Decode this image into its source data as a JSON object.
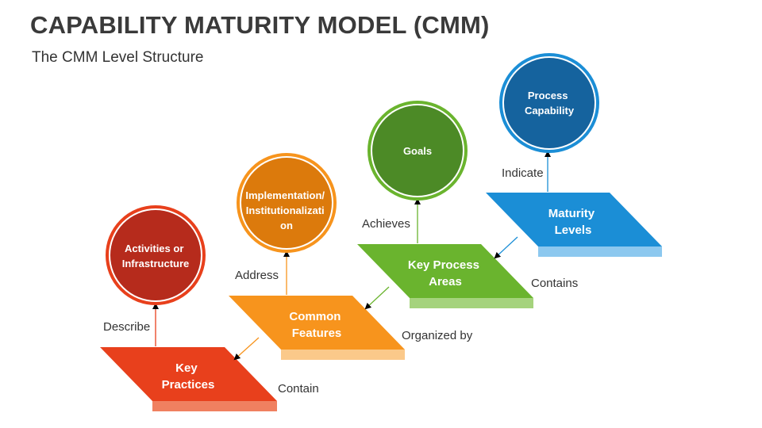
{
  "header": {
    "title": "CAPABILITY MATURITY MODEL (CMM)",
    "subtitle": "The CMM Level Structure"
  },
  "colors": {
    "red": "#e8401c",
    "orange": "#f7941d",
    "green": "#6ab42e",
    "blue": "#1b8ed6"
  },
  "levels": [
    {
      "plate": [
        "Key",
        "Practices"
      ],
      "circle": [
        "Activities or",
        "Infrastructure"
      ],
      "up_label": "Describe",
      "side_label": "Contain"
    },
    {
      "plate": [
        "Common",
        "Features"
      ],
      "circle": [
        "Implementation/",
        "Institutionalizati",
        "on"
      ],
      "up_label": "Address",
      "side_label": "Organized by"
    },
    {
      "plate": [
        "Key Process",
        "Areas"
      ],
      "circle": [
        "Goals"
      ],
      "up_label": "Achieves",
      "side_label": "Contains"
    },
    {
      "plate": [
        "Maturity",
        "Levels"
      ],
      "circle": [
        "Process",
        "Capability"
      ],
      "up_label": "Indicate",
      "side_label": ""
    }
  ]
}
